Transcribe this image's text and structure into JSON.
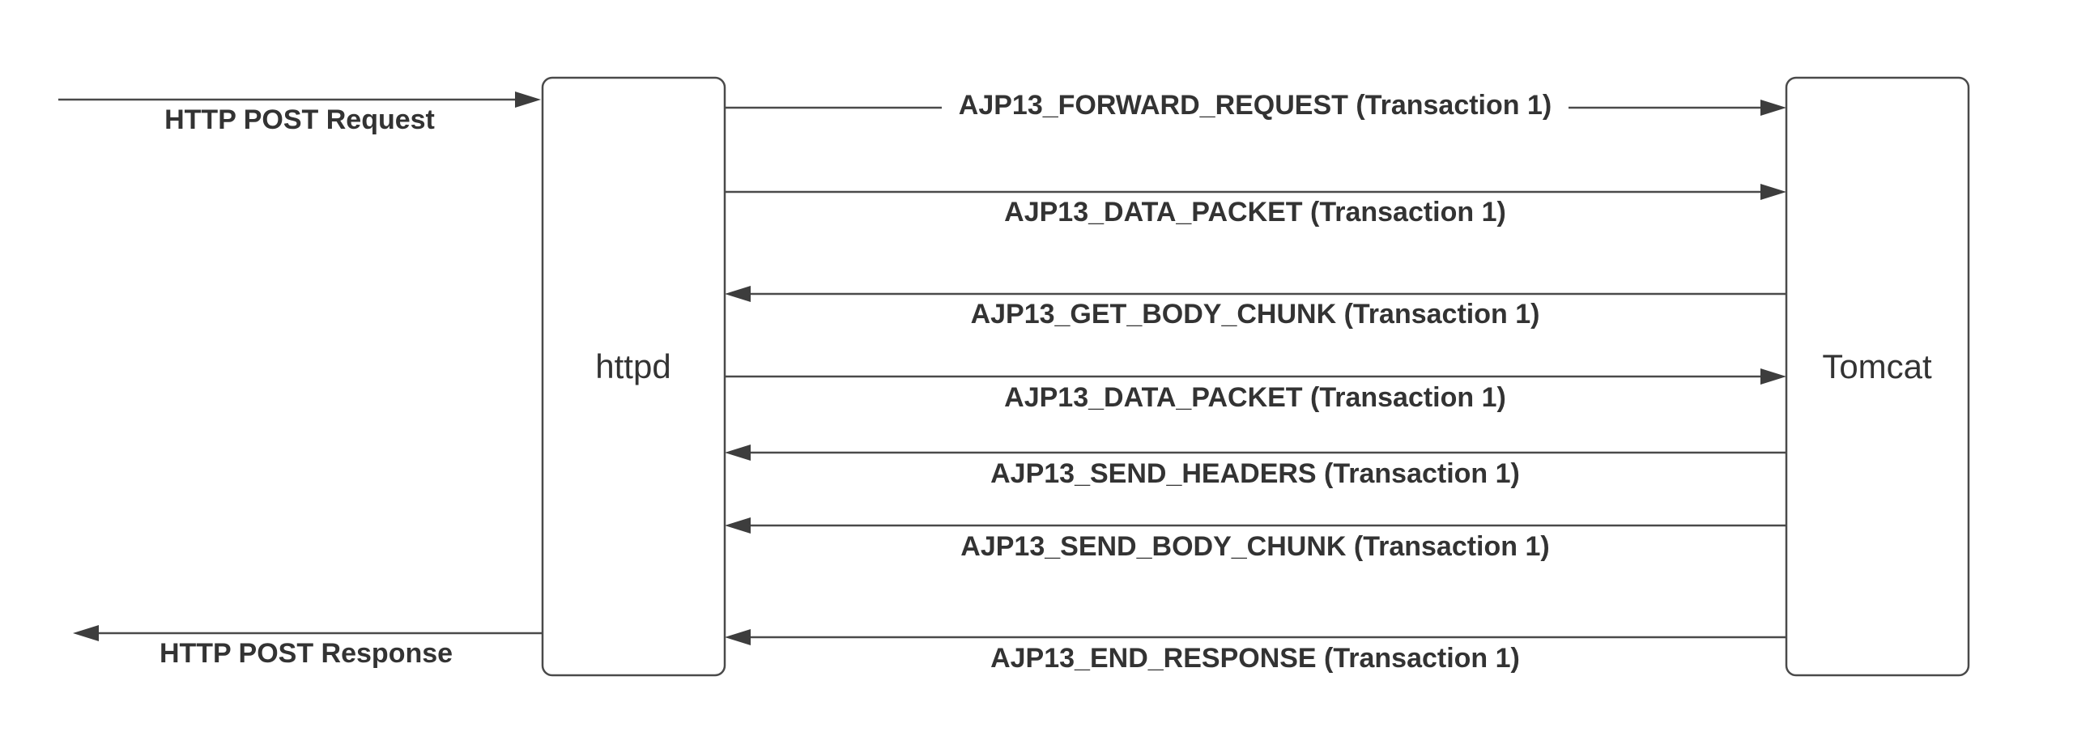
{
  "nodes": {
    "httpd": "httpd",
    "tomcat": "Tomcat"
  },
  "messages": {
    "http_request": "HTTP POST Request",
    "http_response": "HTTP POST Response",
    "m1": "AJP13_FORWARD_REQUEST (Transaction 1)",
    "m2": "AJP13_DATA_PACKET (Transaction 1)",
    "m3": "AJP13_GET_BODY_CHUNK (Transaction 1)",
    "m4": "AJP13_DATA_PACKET (Transaction 1)",
    "m5": "AJP13_SEND_HEADERS (Transaction 1)",
    "m6": "AJP13_SEND_BODY_CHUNK (Transaction 1)",
    "m7": "AJP13_END_RESPONSE (Transaction 1)"
  },
  "colors": {
    "line": "#4a4a4a",
    "text": "#333333",
    "background": "#ffffff"
  }
}
